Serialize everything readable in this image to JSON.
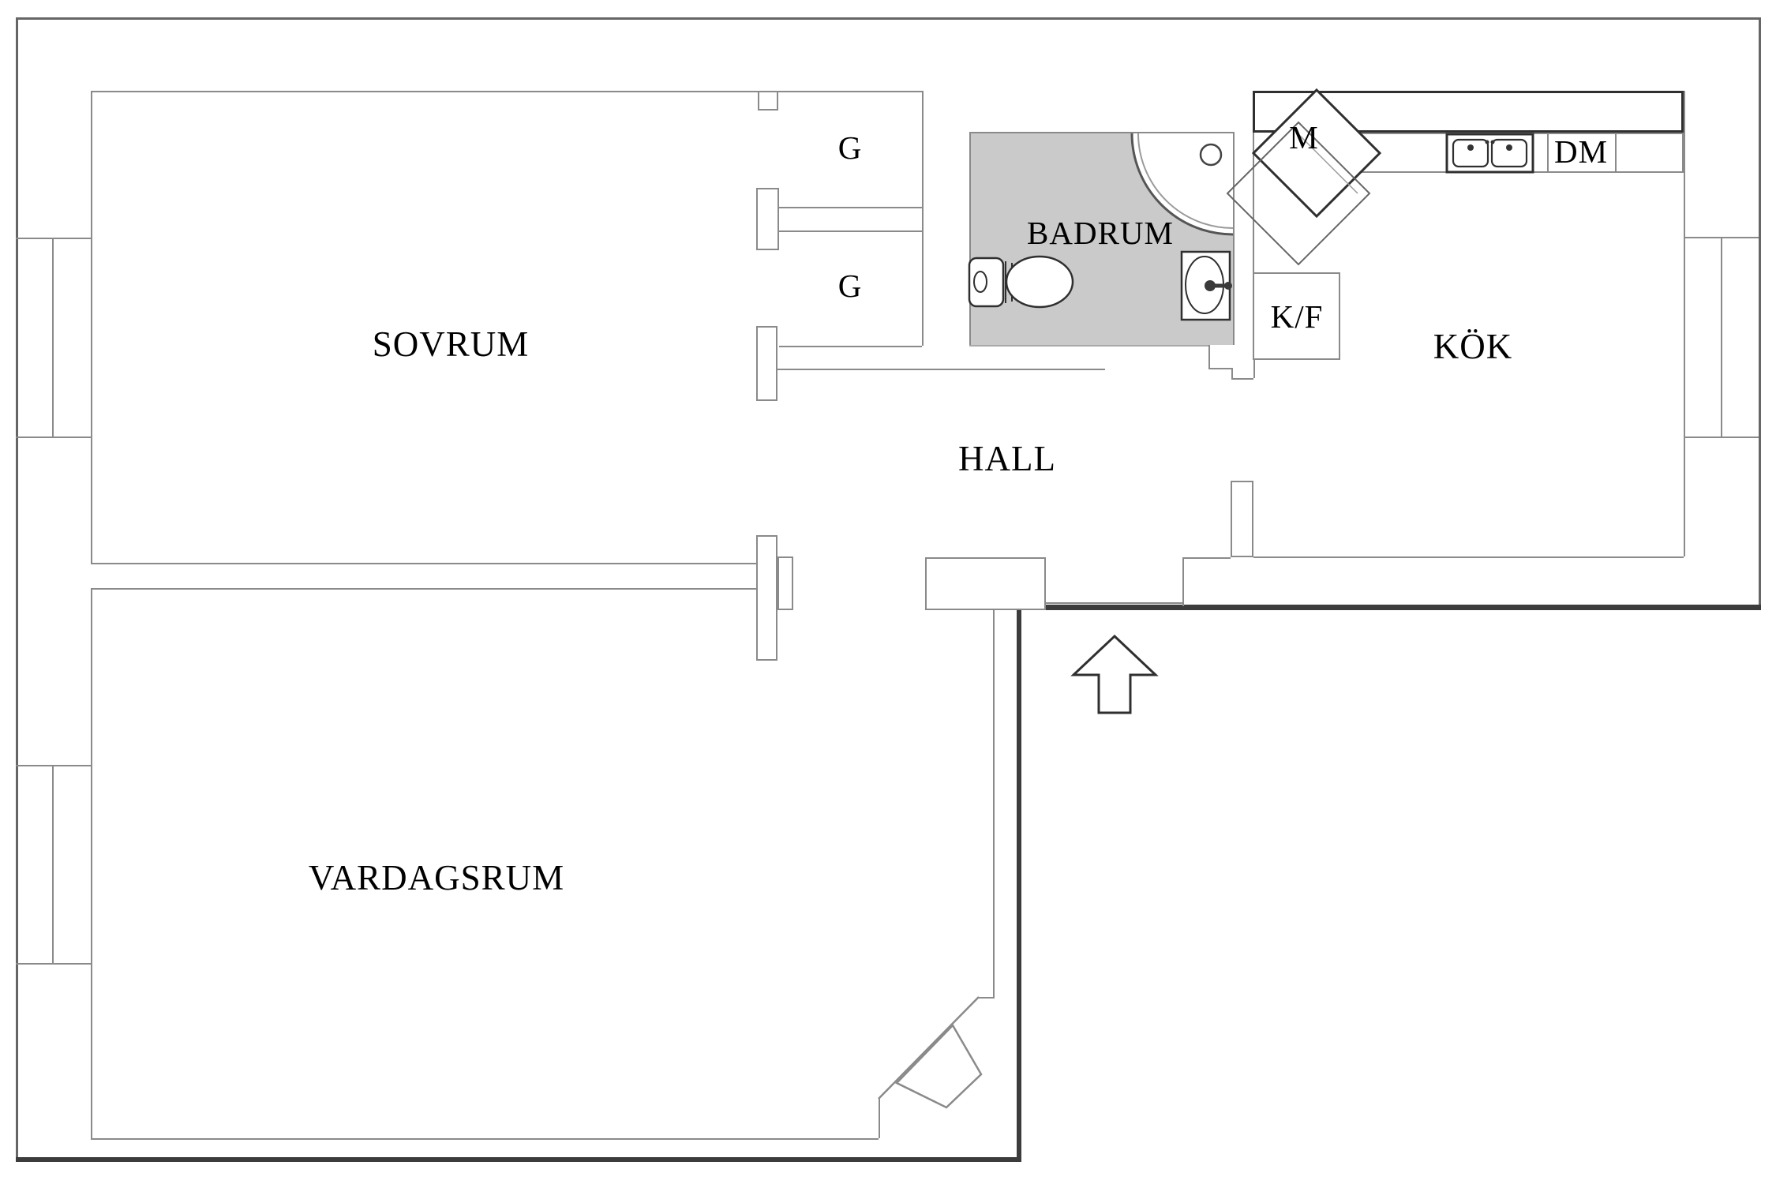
{
  "plan": {
    "type": "floorplan",
    "background": "#ffffff",
    "colors": {
      "bathroom_floor": "#cacaca",
      "wall_line": "#8a8a8a",
      "outer_wall_line": "#666666",
      "boundary_dark": "#3c3c3c",
      "fixture_outline": "#2f2f2f",
      "label_text": "#000000"
    },
    "rooms": {
      "sovrum": {
        "label": "SOVRUM"
      },
      "vardagsrum": {
        "label": "VARDAGSRUM"
      },
      "hall": {
        "label": "HALL"
      },
      "badrum": {
        "label": "BADRUM"
      },
      "kok": {
        "label": "KÖK"
      }
    },
    "storage": {
      "garderob1": {
        "label": "G"
      },
      "garderob2": {
        "label": "G"
      }
    },
    "appliances": {
      "washing_machine": {
        "label": "M"
      },
      "dishwasher": {
        "label": "DM"
      },
      "fridge_freezer": {
        "label": "K/F"
      }
    },
    "fixtures": [
      "shower",
      "toilet",
      "washbasin",
      "double-kitchen-sink"
    ],
    "entrance": {
      "indicator": "arrow-up"
    }
  }
}
